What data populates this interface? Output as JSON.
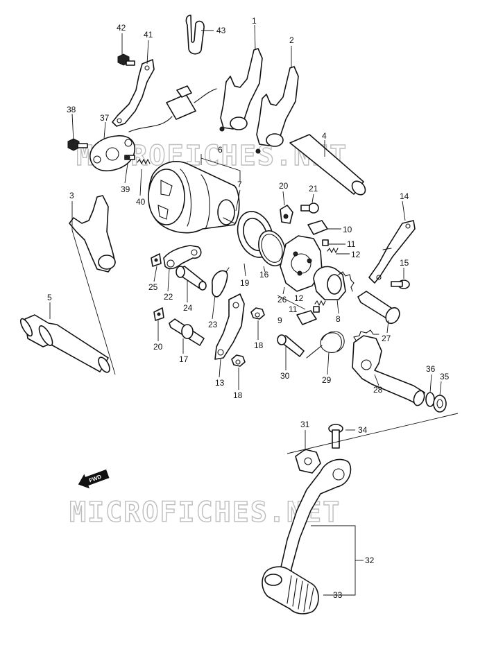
{
  "watermark": "MICROFICHES.NET",
  "direction_label": "FWD",
  "callouts": [
    "1",
    "2",
    "3",
    "4",
    "5",
    "6",
    "7",
    "8",
    "9",
    "10",
    "11",
    "11",
    "12",
    "12",
    "13",
    "14",
    "15",
    "16",
    "17",
    "18",
    "18",
    "19",
    "20",
    "20",
    "21",
    "22",
    "23",
    "24",
    "25",
    "26",
    "27",
    "28",
    "29",
    "30",
    "31",
    "32",
    "33",
    "34",
    "35",
    "36",
    "37",
    "38",
    "39",
    "40",
    "41",
    "42",
    "43"
  ],
  "colors": {
    "line": "#111111",
    "watermark": "#bdbdbd",
    "background": "#ffffff"
  }
}
